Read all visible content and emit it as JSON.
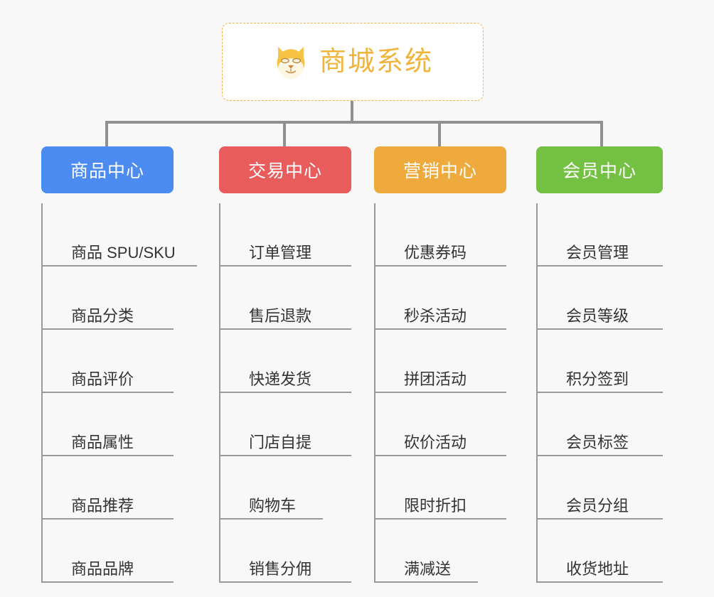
{
  "diagram": {
    "title": "商城系统",
    "root": {
      "label": "商城系统",
      "icon": "shiba-dog-icon",
      "text_color": "#f0b43c",
      "border_color": "#f0b44a",
      "background": "#ffffff"
    },
    "connector_color": "#909090",
    "background": "#f8f8f8",
    "columns": [
      {
        "header": "商品中心",
        "color": "#4c8bf0",
        "items": [
          "商品 SPU/SKU",
          "商品分类",
          "商品评价",
          "商品属性",
          "商品推荐",
          "商品品牌"
        ]
      },
      {
        "header": "交易中心",
        "color": "#e85c5c",
        "items": [
          "订单管理",
          "售后退款",
          "快递发货",
          "门店自提",
          "购物车",
          "销售分佣"
        ]
      },
      {
        "header": "营销中心",
        "color": "#eeaa3c",
        "items": [
          "优惠券码",
          "秒杀活动",
          "拼团活动",
          "砍价活动",
          "限时折扣",
          "满减送"
        ]
      },
      {
        "header": "会员中心",
        "color": "#74c043",
        "items": [
          "会员管理",
          "会员等级",
          "积分签到",
          "会员标签",
          "会员分组",
          "收货地址"
        ]
      }
    ]
  }
}
